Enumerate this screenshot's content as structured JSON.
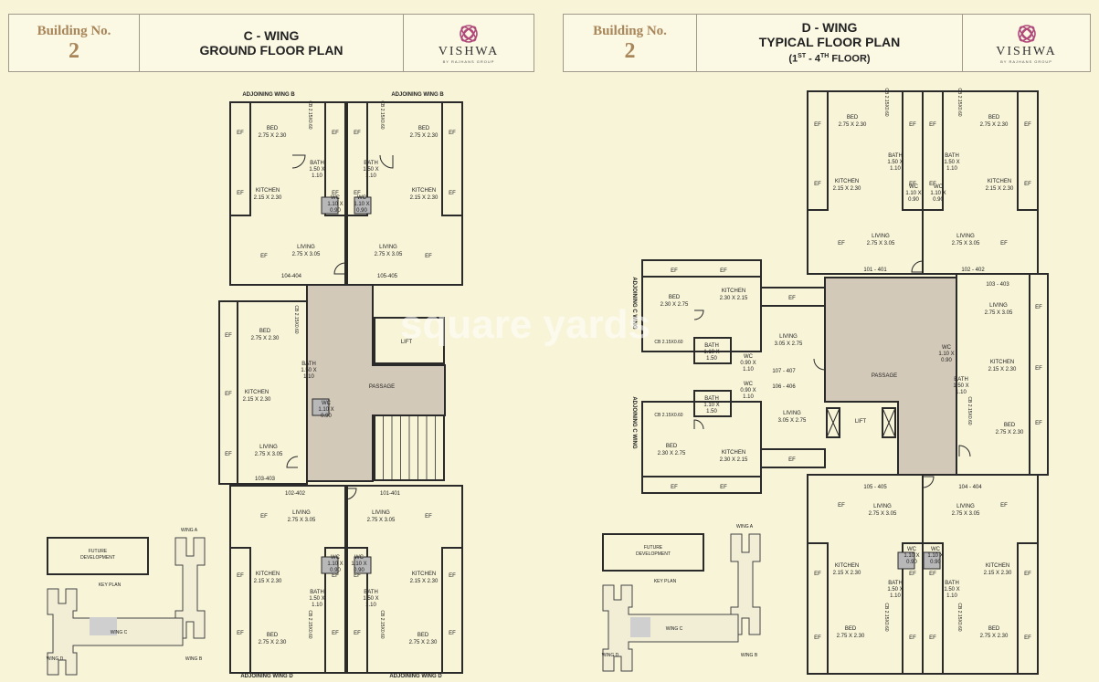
{
  "left": {
    "building_label": "Building No.",
    "building_no": "2",
    "title_line1": "C - WING",
    "title_line2": "GROUND FLOOR PLAN",
    "brand": "VISHWA",
    "brand_tag": "BY RAJHANS GROUP",
    "top_labels": [
      "ADJOINING WING B",
      "ADJOINING WING B"
    ],
    "bottom_labels": [
      "ADJOINING WING D",
      "ADJOINING WING D"
    ],
    "units": [
      "104-404",
      "105-405",
      "103-403",
      "102-402",
      "101-401"
    ],
    "passage": "PASSAGE",
    "lift": "LIFT",
    "key_plan": {
      "future": "FUTURE DEVELOPMENT",
      "key": "KEY PLAN",
      "wing_a": "WING A",
      "wing_b": "WING B",
      "wing_c": "WING C",
      "wing_d": "WING D"
    }
  },
  "right": {
    "building_label": "Building No.",
    "building_no": "2",
    "title_line1": "D - WING",
    "title_line2": "TYPICAL FLOOR PLAN",
    "title_sub_pre": "(1",
    "title_sub_sup1": "ST",
    "title_sub_mid": " - 4",
    "title_sub_sup2": "TH",
    "title_sub_post": " FLOOR)",
    "brand": "VISHWA",
    "brand_tag": "BY RAJHANS GROUP",
    "side_labels": [
      "ADJOINING C WING",
      "ADJOINING C WING"
    ],
    "units": [
      "101 - 401",
      "102 - 402",
      "103 - 403",
      "107 - 407",
      "106 - 406",
      "105 - 405",
      "104 - 404"
    ],
    "passage": "PASSAGE",
    "lift": "LIFT",
    "key_plan": {
      "future": "FUTURE DEVELOPMENT",
      "key": "KEY PLAN",
      "wing_a": "WING A",
      "wing_b": "WING B",
      "wing_c": "WING C",
      "wing_d": "WING D"
    }
  },
  "rooms": {
    "bed": "BED",
    "kitchen": "KITCHEN",
    "living": "LIVING",
    "bath": "BATH",
    "wc": "WC",
    "ef": "EF",
    "cb": "CB 2.15X0.60",
    "bed_dim": "2.75 X 2.30",
    "kitchen_dim": "2.15 X 2.30",
    "living_dim": "2.75 X 3.05",
    "bath_dim": "1.50 X 1.10",
    "wc_dim": "1.10 X 0.90",
    "bed_dim_d": "2.30 X 2.75",
    "kitchen_dim_d": "2.30 X 2.15",
    "living_dim_d": "3.05 X 2.75",
    "bath_dim_d": "1.10 X 1.50",
    "wc_dim_d": "0.90 X 1.10"
  },
  "watermark": "square yards",
  "colors": {
    "background": "#f8f4d8",
    "passage": "#d3c9b8",
    "wall": "#2a2a2a",
    "accent": "#a8865a",
    "logo": "#b04a7a"
  }
}
